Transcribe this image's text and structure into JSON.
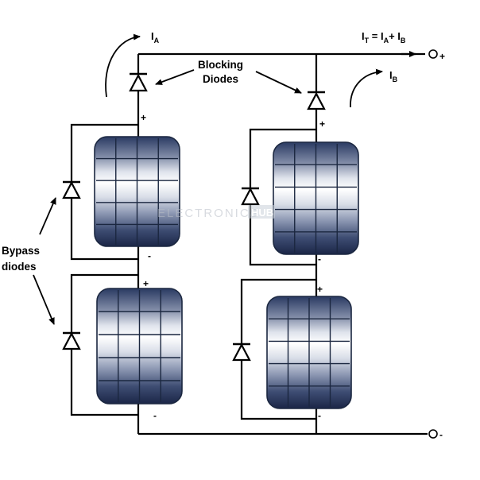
{
  "labels": {
    "blocking_line1": "Blocking",
    "blocking_line2": "Diodes",
    "bypass_line1": "Bypass",
    "bypass_line2": "diodes",
    "ia_main": "I",
    "ia_sub": "A",
    "ib_main": "I",
    "ib_sub": "B",
    "total_it": "I",
    "total_it_sub": "T",
    "total_eq": " = I",
    "total_a_sub": "A",
    "total_plus": "+ I",
    "total_b_sub": "B",
    "out_plus": "+",
    "out_minus": "-"
  },
  "panels": [
    {
      "id": "A-top",
      "plus": "+",
      "minus": "-"
    },
    {
      "id": "A-bottom",
      "plus": "+",
      "minus": "-"
    },
    {
      "id": "B-top",
      "plus": "+",
      "minus": "-"
    },
    {
      "id": "B-bottom",
      "plus": "+",
      "minus": "-"
    }
  ],
  "watermark": {
    "text": "ELECTRONICS",
    "suffix": "HUB"
  },
  "colors": {
    "panel_dark": "#1e2a4a",
    "panel_light": "#ffffff",
    "wire": "#000000"
  }
}
